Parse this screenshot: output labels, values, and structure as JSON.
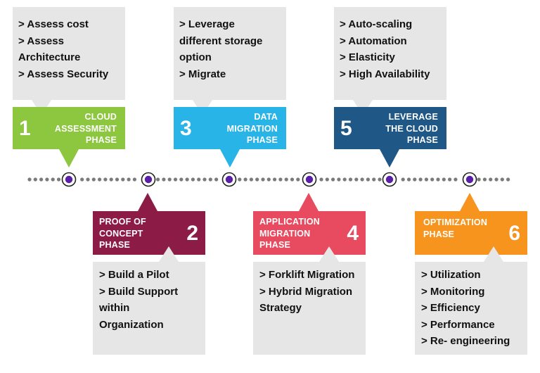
{
  "phases": [
    {
      "number": "1",
      "label": "CLOUD\nASSESSMENT\nPHASE",
      "color": "#8dc63f",
      "notes": [
        "> Assess cost",
        "> Assess",
        "   Architecture",
        "> Assess Security"
      ]
    },
    {
      "number": "2",
      "label": "PROOF OF\nCONCEPT\nPHASE",
      "color": "#8c1c46",
      "notes": [
        "> Build a Pilot",
        "> Build Support",
        "   within",
        "  Organization"
      ]
    },
    {
      "number": "3",
      "label": "DATA\nMIGRATION\nPHASE",
      "color": "#29b4e8",
      "notes": [
        "> Leverage",
        "   different storage",
        "   option",
        "> Migrate"
      ]
    },
    {
      "number": "4",
      "label": "APPLICATION\nMIGRATION\nPHASE",
      "color": "#e84a5f",
      "notes": [
        "> Forklift Migration",
        "> Hybrid Migration",
        "   Strategy"
      ]
    },
    {
      "number": "5",
      "label": "LEVERAGE\nTHE CLOUD\nPHASE",
      "color": "#1f5786",
      "notes": [
        "> Auto-scaling",
        "> Automation",
        "> Elasticity",
        "> High Availability"
      ]
    },
    {
      "number": "6",
      "label": "OPTIMIZATION\nPHASE",
      "color": "#f7941d",
      "notes": [
        "> Utilization",
        "> Monitoring",
        "> Efficiency",
        "> Performance",
        ">  Re- engineering"
      ]
    }
  ],
  "timeline": {
    "dot_color": "#7a7a7a",
    "marker_color": "#5a1fa8"
  }
}
